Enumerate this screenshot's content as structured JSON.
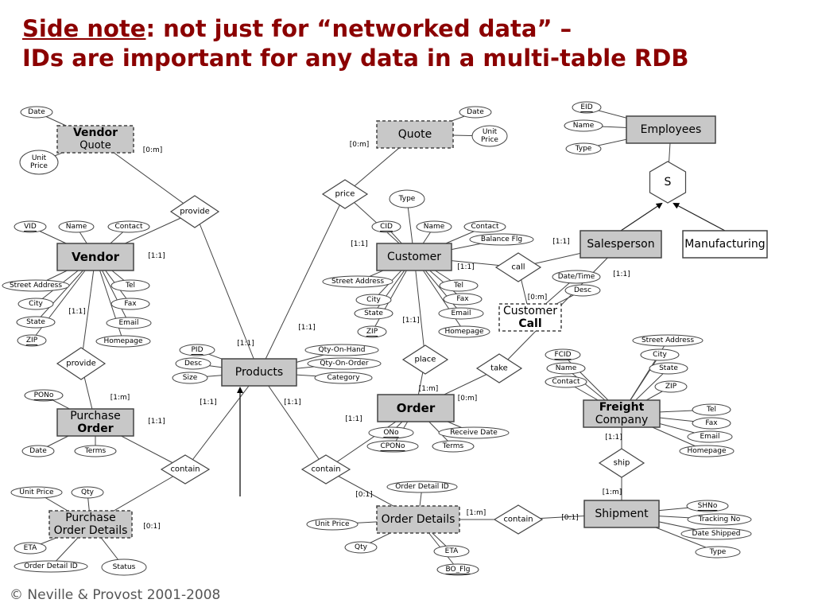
{
  "title": {
    "underlined": "Side note",
    "line1_rest": ": not just for “networked data” –",
    "line2": "IDs are important for any data in a multi-table RDB"
  },
  "footer": "© Neville & Provost 2001-2008",
  "colors": {
    "title": "#8b0000",
    "entity_fill": "#c8c8c8",
    "stroke": "#555555"
  },
  "entities": {
    "vendor_quote": [
      "Vendor",
      "Quote"
    ],
    "quote": [
      "Quote"
    ],
    "employees": [
      "Employees"
    ],
    "vendor": [
      "Vendor"
    ],
    "customer": [
      "Customer"
    ],
    "salesperson": [
      "Salesperson"
    ],
    "manufacturing": [
      "Manufacturing"
    ],
    "customer_call": [
      "Customer",
      "Call"
    ],
    "products": [
      "Products"
    ],
    "order": [
      "Order"
    ],
    "purchase_order": [
      "Purchase",
      "Order"
    ],
    "freight_company": [
      "Freight",
      "Company"
    ],
    "purchase_order_details": [
      "Purchase",
      "Order Details"
    ],
    "order_details": [
      "Order Details"
    ],
    "shipment": [
      "Shipment"
    ]
  },
  "relationships": {
    "provide_top": "provide",
    "price": "price",
    "specialization": "S",
    "call": "call",
    "provide_mid": "provide",
    "place": "place",
    "take": "take",
    "contain_left": "contain",
    "contain_mid": "contain",
    "ship": "ship",
    "contain_right": "contain"
  },
  "attributes": {
    "vq_date": "Date",
    "vq_unit_price": [
      "Unit",
      "Price"
    ],
    "q_date": "Date",
    "q_unit_price": [
      "Unit",
      "Price"
    ],
    "e_eid": "EID",
    "e_name": "Name",
    "e_type": "Type",
    "v_vid": "VID",
    "v_name": "Name",
    "v_contact": "Contact",
    "v_street": "Street Address",
    "v_city": "City",
    "v_state": "State",
    "v_zip": "ZIP",
    "v_tel": "Tel",
    "v_fax": "Fax",
    "v_email": "Email",
    "v_homepage": "Homepage",
    "c_type": "Type",
    "c_cid": "CID",
    "c_name": "Name",
    "c_contact": "Contact",
    "c_balance": "Balance Flg",
    "c_street": "Street Address",
    "c_city": "City",
    "c_state": "State",
    "c_zip": "ZIP",
    "c_tel": "Tel",
    "c_fax": "Fax",
    "c_email": "Email",
    "c_homepage": "Homepage",
    "cc_datetime": "Date/Time",
    "cc_desc": "Desc",
    "p_pid": "PID",
    "p_desc": "Desc",
    "p_size": "Size",
    "p_qty_hand": "Qty-On-Hand",
    "p_qty_order": "Qty-On-Order",
    "p_category": "Category",
    "po_pono": "PONo",
    "po_date": "Date",
    "po_terms": "Terms",
    "o_ono": "ONo",
    "o_cpono": "CPONo",
    "o_receive": "Receive Date",
    "o_terms": "Terms",
    "fc_fcid": "FCID",
    "fc_name": "Name",
    "fc_contact": "Contact",
    "fc_street": "Street Address",
    "fc_city": "City",
    "fc_state": "State",
    "fc_zip": "ZIP",
    "fc_tel": "Tel",
    "fc_fax": "Fax",
    "fc_email": "Email",
    "fc_homepage": "Homepage",
    "pod_unit_price": "Unit Price",
    "pod_qty": "Qty",
    "pod_eta": "ETA",
    "pod_detail_id": "Order Detail ID",
    "pod_status": "Status",
    "od_detail_id": "Order Detail ID",
    "od_unit_price": "Unit Price",
    "od_qty": "Qty",
    "od_eta": "ETA",
    "od_bo_flg": "BO_Flg",
    "s_shno": "SHNo",
    "s_tracking": "Tracking No",
    "s_date_shipped": "Date Shipped",
    "s_type": "Type"
  },
  "cardinalities": {
    "vq_provide": "[0:m]",
    "vendor_provide": "[1:1]",
    "quote_price": "[0:m]",
    "customer_price": "[1:1]",
    "salesperson_call": "[1:1]",
    "customer_call": "[1:1]",
    "call_cc": "[0:m]",
    "salesperson_take": "[1:1]",
    "vendor_provide2": "[1:1]",
    "po_provide2": "[1:m]",
    "products_provide": "[1:1]",
    "products_price": "[1:1]",
    "customer_place": "[1:1]",
    "order_place": "[1:m]",
    "order_take": "[0:m]",
    "po_contain": "[1:1]",
    "products_contain_left": "[1:1]",
    "pod_contain": "[0:1]",
    "products_contain_mid": "[1:1]",
    "order_contain": "[1:1]",
    "od_contain": "[0:1]",
    "fc_ship": "[1:1]",
    "shipment_ship": "[1:m]",
    "od_contain_right": "[1:m]",
    "shipment_contain_right": "[0:1]"
  }
}
